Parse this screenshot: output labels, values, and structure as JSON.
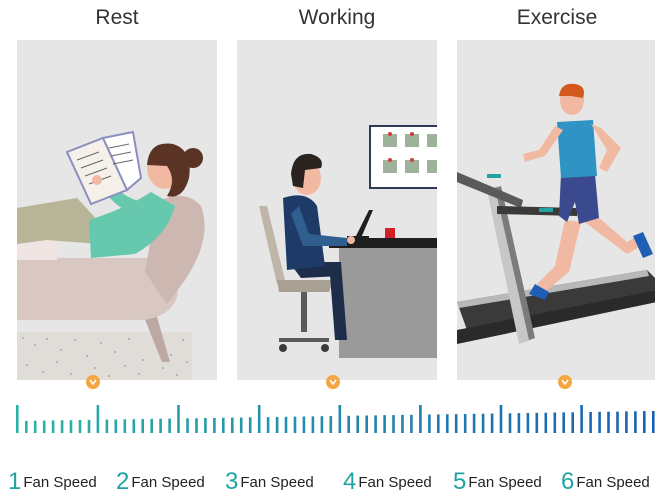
{
  "modes": [
    {
      "title": "Rest"
    },
    {
      "title": "Working"
    },
    {
      "title": "Exercise"
    }
  ],
  "speeds": [
    {
      "num": "1",
      "label": "Fan Speed"
    },
    {
      "num": "2",
      "label": "Fan Speed"
    },
    {
      "num": "3",
      "label": "Fan Speed"
    },
    {
      "num": "4",
      "label": "Fan Speed"
    },
    {
      "num": "5",
      "label": "Fan Speed"
    },
    {
      "num": "6",
      "label": "Fan Speed"
    }
  ],
  "colors": {
    "panel_bg": "#e6e6e6",
    "marker": "#f5a640",
    "tick_start": "#2bb3a5",
    "tick_end": "#1a5fb4",
    "speed_number": "#21a3a3"
  }
}
